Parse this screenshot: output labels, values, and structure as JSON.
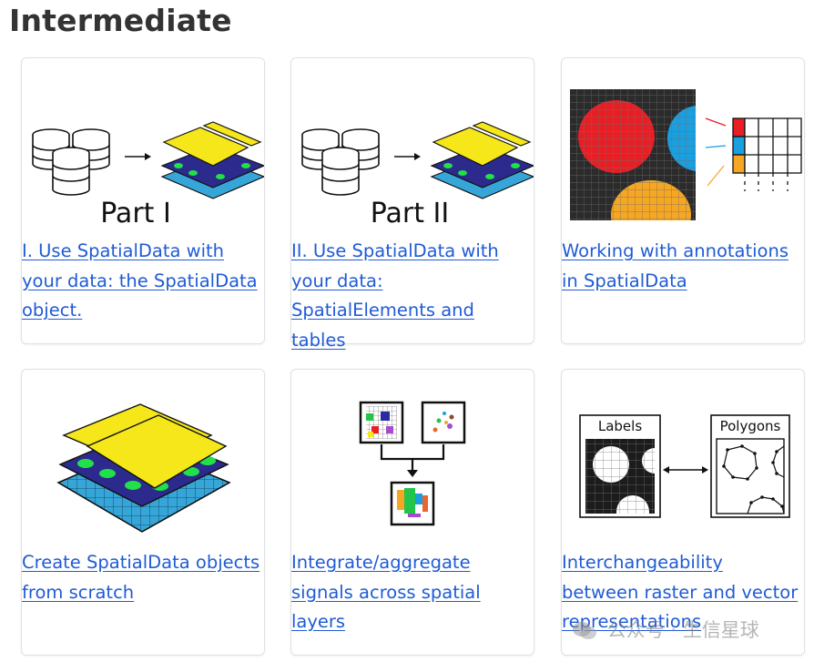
{
  "page": {
    "title": "Intermediate"
  },
  "cards": [
    {
      "link": "I. Use SpatialData with your data: the SpatialData object.",
      "image_caption": "Part I"
    },
    {
      "link": "II. Use SpatialData with your data: SpatialElements and tables",
      "image_caption": "Part II"
    },
    {
      "link": "Working with annotations in SpatialData"
    },
    {
      "link": "Create SpatialData objects from scratch"
    },
    {
      "link": "Integrate/aggregate signals across spatial layers"
    },
    {
      "link": "Interchangeability between raster and vector representations",
      "image_labels": [
        "Labels",
        "Polygons"
      ]
    }
  ],
  "watermark": {
    "text": "公众号 · 生信星球"
  },
  "colors": {
    "link": "#1f5bd6",
    "yellow": "#f5e71a",
    "navy": "#2c2a8c",
    "teal": "#36a6d8",
    "green": "#22e04a"
  }
}
